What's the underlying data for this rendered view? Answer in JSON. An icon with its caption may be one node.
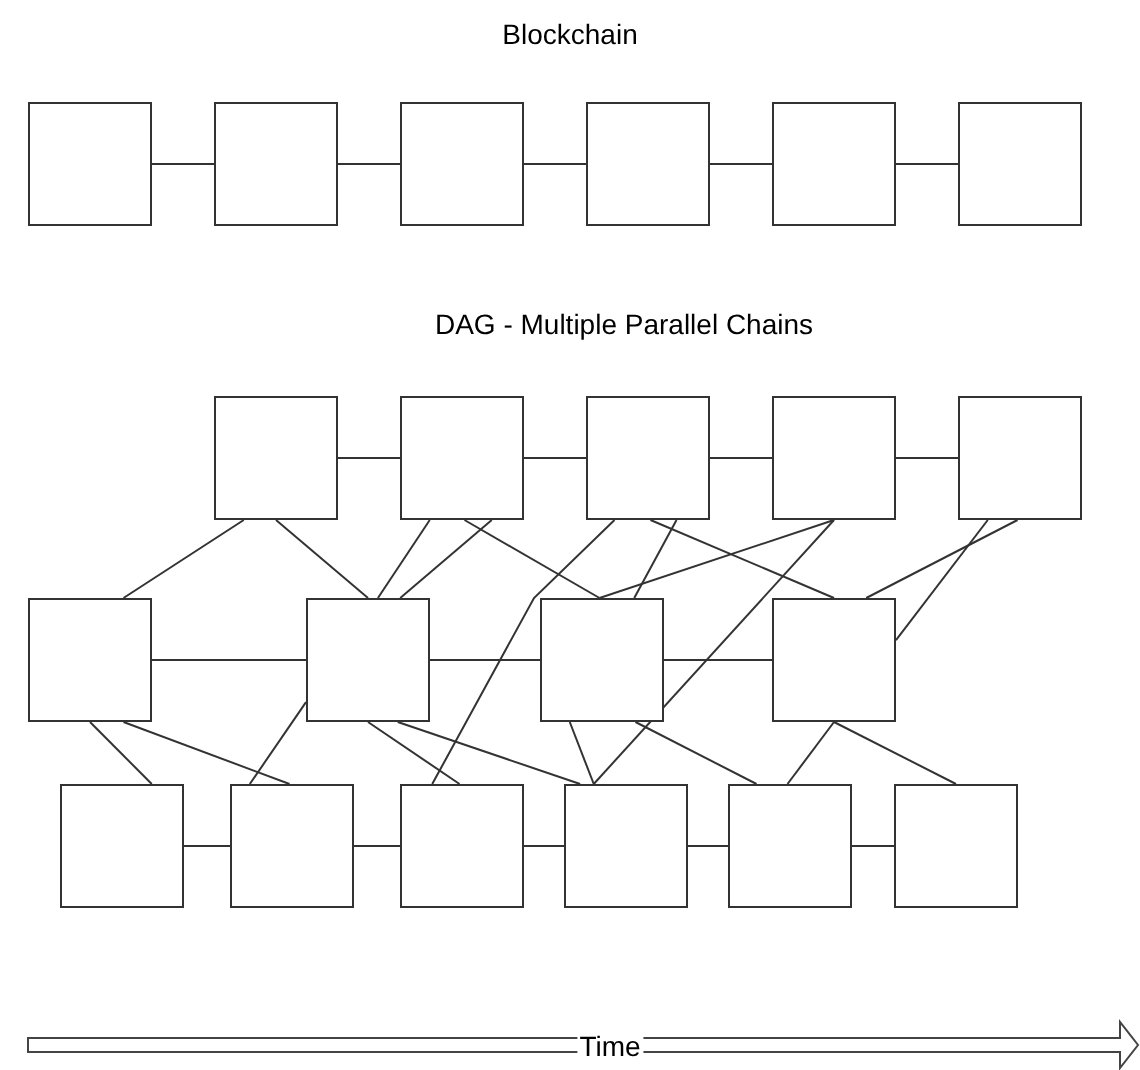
{
  "diagram": {
    "nodes": [
      {
        "text": [],
        "shape": "box"
      },
      {
        "text": [],
        "shape": "box"
      },
      {
        "text": [],
        "shape": "box"
      },
      {
        "text": [],
        "shape": "box"
      },
      {
        "text": [],
        "shape": "box"
      },
      {
        "text": [],
        "shape": "box"
      },
      {
        "text": [],
        "shape": "box"
      },
      {
        "text": [],
        "shape": "box"
      },
      {
        "text": [],
        "shape": "box"
      },
      {
        "text": [],
        "shape": "box"
      },
      {
        "text": [],
        "shape": "box"
      },
      {
        "text": [],
        "shape": "box"
      },
      {
        "text": [],
        "shape": "box"
      },
      {
        "text": [],
        "shape": "box"
      },
      {
        "text": [],
        "shape": "box"
      },
      {
        "text": [],
        "shape": "box"
      },
      {
        "text": [],
        "shape": "box"
      },
      {
        "text": [],
        "shape": "box"
      },
      {
        "text": [],
        "shape": "box"
      },
      {
        "text": [],
        "shape": "box"
      },
      {
        "text": [],
        "shape": "box"
      }
    ],
    "edges": [
      {
        "from": 0,
        "to": 1,
        "arrow": "none"
      },
      {
        "from": 1,
        "to": 2,
        "arrow": "none"
      },
      {
        "from": 2,
        "to": 3,
        "arrow": "none"
      },
      {
        "from": 3,
        "to": 4,
        "arrow": "none"
      },
      {
        "from": 4,
        "to": 5,
        "arrow": "none"
      },
      {
        "from": 6,
        "to": 7,
        "arrow": "none"
      },
      {
        "from": 7,
        "to": 8,
        "arrow": "none"
      },
      {
        "from": 8,
        "to": 9,
        "arrow": "none"
      },
      {
        "from": 9,
        "to": 10,
        "arrow": "none"
      },
      {
        "from": 11,
        "to": 12,
        "arrow": "none"
      },
      {
        "from": 12,
        "to": 13,
        "arrow": "none"
      },
      {
        "from": 13,
        "to": 14,
        "arrow": "none"
      },
      {
        "from": 15,
        "to": 16,
        "arrow": "none"
      },
      {
        "from": 16,
        "to": 17,
        "arrow": "none"
      },
      {
        "from": 17,
        "to": 18,
        "arrow": "none"
      },
      {
        "from": 18,
        "to": 19,
        "arrow": "none"
      },
      {
        "from": 19,
        "to": 20,
        "arrow": "none"
      },
      {
        "from": 6,
        "to": 11,
        "arrow": "none"
      },
      {
        "from": 6,
        "to": 12,
        "arrow": "none"
      },
      {
        "from": 7,
        "to": 12,
        "arrow": "none"
      },
      {
        "from": 7,
        "to": 12,
        "arrow": "none"
      },
      {
        "from": 7,
        "to": 13,
        "arrow": "none"
      },
      {
        "from": 8,
        "to": 17,
        "arrow": "none"
      },
      {
        "from": 8,
        "to": 13,
        "arrow": "none"
      },
      {
        "from": 8,
        "to": 14,
        "arrow": "none"
      },
      {
        "from": 9,
        "to": 13,
        "arrow": "none"
      },
      {
        "from": 9,
        "to": 18,
        "arrow": "none"
      },
      {
        "from": 10,
        "to": 14,
        "arrow": "none"
      },
      {
        "from": 10,
        "to": 14,
        "arrow": "none"
      },
      {
        "from": 11,
        "to": 15,
        "arrow": "none"
      },
      {
        "from": 11,
        "to": 16,
        "arrow": "none"
      },
      {
        "from": 12,
        "to": 16,
        "arrow": "none"
      },
      {
        "from": 12,
        "to": 17,
        "arrow": "none"
      },
      {
        "from": 12,
        "to": 18,
        "arrow": "none"
      },
      {
        "from": 13,
        "to": 18,
        "arrow": "none"
      },
      {
        "from": 13,
        "to": 19,
        "arrow": "none"
      },
      {
        "from": 14,
        "to": 19,
        "arrow": "none"
      },
      {
        "from": 14,
        "to": 20,
        "arrow": "none"
      }
    ],
    "labels": [
      "Blockchain",
      "DAG - Multiple Parallel Chains",
      "Time"
    ]
  }
}
